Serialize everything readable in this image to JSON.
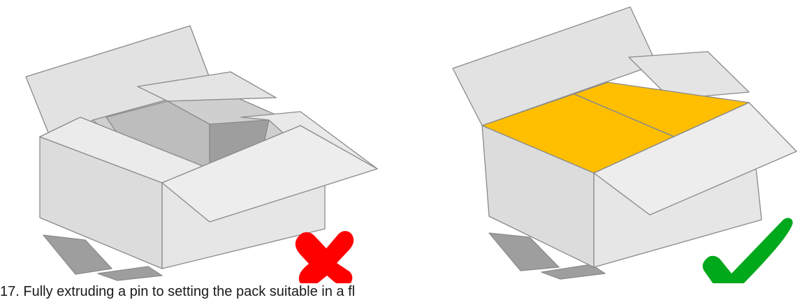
{
  "caption": "17. Fully extruding a pin to setting the pack suitable in a fl",
  "panels": [
    {
      "id": "incorrect",
      "fill_color": "#d9d9d9",
      "mark_icon": "cross-icon",
      "mark_color": "#ff0000"
    },
    {
      "id": "correct",
      "fill_color": "#ffbf00",
      "mark_icon": "check-icon",
      "mark_color": "#00a81c"
    }
  ],
  "colors": {
    "box_face_light": "#e7e7e7",
    "box_face_mid": "#dcdcdc",
    "box_face_dark": "#c9c9c9",
    "interior_shadow": "#9e9e9e",
    "outline": "#8a8a8a",
    "product": "#ffbf00"
  }
}
